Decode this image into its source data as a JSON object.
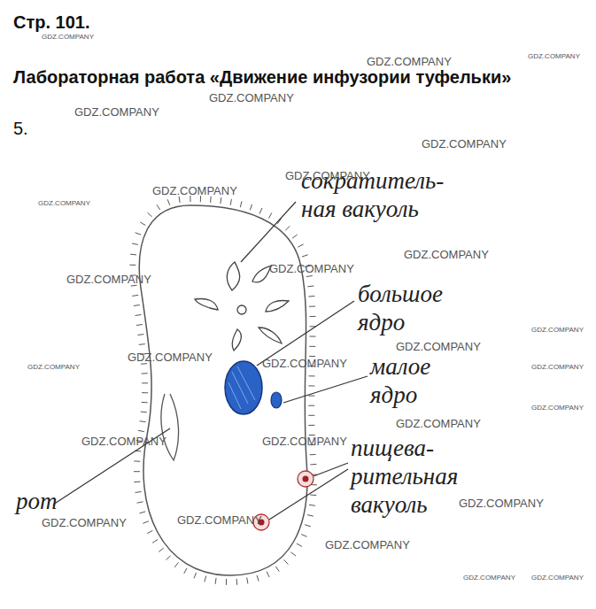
{
  "diagram": {
    "title": "Лабораторная работа «Движение инфузории туфельки»",
    "labels": [
      "Стр. 101.",
      "5.",
      "сократитель- ная вакуоль",
      "большое ядро",
      "малое ядро",
      "пищева- рительная вакуоль",
      "рот",
      "GDZ.COMPANY",
      "GDZ.COMPANY",
      "GDZ.COMPANY",
      "GDZ.COMPANY",
      "GDZ.COMPANY",
      "GDZ.COMPANY",
      "GDZ.COMPANY",
      "GDZ.COMPANY",
      "GDZ.COMPANY",
      "GDZ.COMPANY",
      "GDZ.COMPANY",
      "GDZ.COMPANY",
      "GDZ.COMPANY",
      "GDZ.COMPANY",
      "GDZ.COMPANY",
      "GDZ.COMPANY",
      "GDZ.COMPANY",
      "GDZ.COMPANY",
      "GDZ.COMPANY",
      "GDZ.COMPANY",
      "GDZ.COMPANY",
      "GDZ.COMPANY",
      "GDZ.COMPANY",
      "GDZ.COMPANY",
      "GDZ.COMPANY",
      "GDZ.COMPANY",
      "GDZ.COMPANY",
      "GDZ.COMPANY"
    ]
  }
}
